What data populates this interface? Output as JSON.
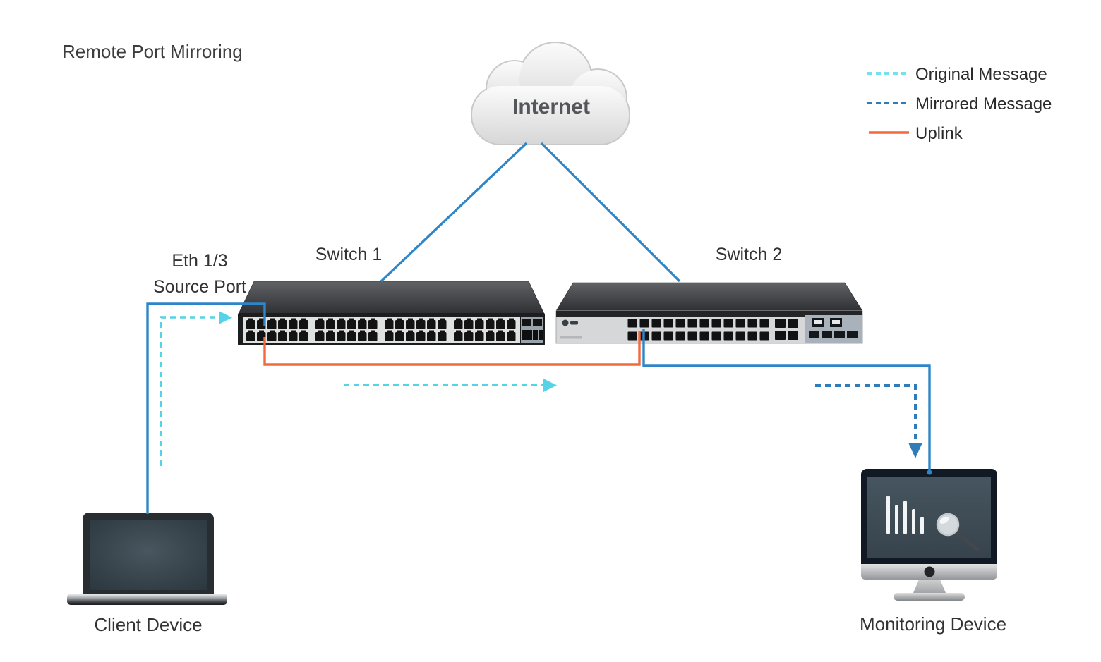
{
  "diagram": {
    "title": "Remote Port Mirroring",
    "cloud": {
      "label": "Internet"
    },
    "legend": {
      "items": [
        {
          "label": "Original Message",
          "style": "dashed",
          "color": "#5fd9e9"
        },
        {
          "label": "Mirrored Message",
          "style": "dashed",
          "color": "#2e7cb8"
        },
        {
          "label": "Uplink",
          "style": "solid",
          "color": "#f3693c"
        }
      ]
    },
    "nodes": {
      "switch1": {
        "label": "Switch 1"
      },
      "switch2": {
        "label": "Switch 2"
      },
      "client": {
        "label": "Client Device"
      },
      "monitor": {
        "label": "Monitoring Device"
      }
    },
    "annotations": {
      "source_port": {
        "line1": "Eth 1/3",
        "line2": "Source Port"
      }
    },
    "colors": {
      "link_blue": "#2e86c8",
      "original_message": "#54d4e6",
      "legend_original": "#74e2ee",
      "mirrored_message": "#2e7cb8",
      "uplink_orange": "#f3693c"
    },
    "connections": [
      {
        "from": "Internet",
        "to": "Switch 1",
        "type": "link"
      },
      {
        "from": "Internet",
        "to": "Switch 2",
        "type": "link"
      },
      {
        "from": "Client Device",
        "to": "Switch 1 Eth 1/3",
        "type": "link"
      },
      {
        "from": "Switch 1",
        "to": "Switch 2",
        "type": "uplink"
      },
      {
        "from": "Switch 2",
        "to": "Monitoring Device",
        "type": "link"
      },
      {
        "from": "Client Device",
        "to": "Switch 1",
        "type": "original-message"
      },
      {
        "from": "Switch 1",
        "to": "Switch 2",
        "type": "original-message"
      },
      {
        "from": "Switch 2",
        "to": "Monitoring Device",
        "type": "mirrored-message"
      }
    ]
  }
}
